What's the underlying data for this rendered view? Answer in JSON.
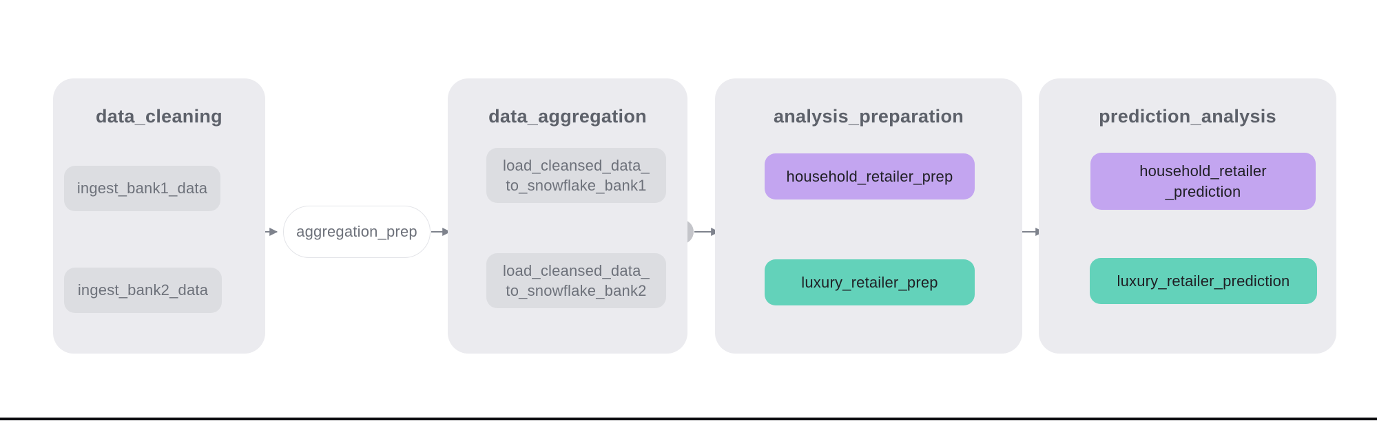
{
  "diagram": {
    "type": "dag-graph",
    "groups": [
      {
        "id": "data_cleaning",
        "title": "data_cleaning",
        "nodes": [
          {
            "id": "ingest_bank1_data",
            "label": "ingest_bank1_data",
            "bg": "#dcdde1",
            "fg": "#6d717a"
          },
          {
            "id": "ingest_bank2_data",
            "label": "ingest_bank2_data",
            "bg": "#dcdde1",
            "fg": "#6d717a"
          }
        ]
      },
      {
        "id": "data_aggregation",
        "title": "data_aggregation",
        "nodes": [
          {
            "id": "load_cleansed_data_to_snowflake_bank1",
            "label": "load_cleansed_data_\nto_snowflake_bank1",
            "bg": "#dcdde1",
            "fg": "#6d717a"
          },
          {
            "id": "load_cleansed_data_to_snowflake_bank2",
            "label": "load_cleansed_data_\nto_snowflake_bank2",
            "bg": "#dcdde1",
            "fg": "#6d717a"
          }
        ]
      },
      {
        "id": "analysis_preparation",
        "title": "analysis_preparation",
        "nodes": [
          {
            "id": "household_retailer_prep",
            "label": "household_retailer_prep",
            "bg": "#c3a5f0",
            "fg": "#1f1f24"
          },
          {
            "id": "luxury_retailer_prep",
            "label": "luxury_retailer_prep",
            "bg": "#63d2ba",
            "fg": "#1f1f24"
          }
        ]
      },
      {
        "id": "prediction_analysis",
        "title": "prediction_analysis",
        "nodes": [
          {
            "id": "household_retailer_prediction",
            "label": "household_retailer\n_prediction",
            "bg": "#c3a5f0",
            "fg": "#1f1f24"
          },
          {
            "id": "luxury_retailer_prediction",
            "label": "luxury_retailer_prediction",
            "bg": "#63d2ba",
            "fg": "#1f1f24"
          }
        ]
      }
    ],
    "standalone_nodes": [
      {
        "id": "aggregation_prep",
        "label": "aggregation_prep",
        "bg": "#ffffff",
        "fg": "#6d717a",
        "border": "#e3e4e8"
      }
    ],
    "edges": [
      {
        "from": "ingest_bank1_data",
        "to": "join-1"
      },
      {
        "from": "ingest_bank2_data",
        "to": "join-1"
      },
      {
        "from": "join-1",
        "to": "aggregation_prep"
      },
      {
        "from": "aggregation_prep",
        "to": "join-2"
      },
      {
        "from": "join-2",
        "to": "load_cleansed_data_to_snowflake_bank1"
      },
      {
        "from": "join-2",
        "to": "load_cleansed_data_to_snowflake_bank2"
      },
      {
        "from": "load_cleansed_data_to_snowflake_bank1",
        "to": "join-3"
      },
      {
        "from": "load_cleansed_data_to_snowflake_bank2",
        "to": "join-3"
      },
      {
        "from": "join-3",
        "to": "join-4"
      },
      {
        "from": "join-4",
        "to": "household_retailer_prep"
      },
      {
        "from": "join-4",
        "to": "luxury_retailer_prep"
      },
      {
        "from": "household_retailer_prep",
        "to": "join-5"
      },
      {
        "from": "luxury_retailer_prep",
        "to": "join-5"
      },
      {
        "from": "join-5",
        "to": "join-6"
      },
      {
        "from": "join-6",
        "to": "household_retailer_prediction"
      },
      {
        "from": "join-6",
        "to": "luxury_retailer_prediction"
      }
    ],
    "colors": {
      "page_bg": "#ffffff",
      "group_bg": "#ebebef",
      "group_title": "#5d616a",
      "task_gray_bg": "#dcdde1",
      "task_gray_text": "#6d717a",
      "purple_task_bg": "#c3a5f0",
      "teal_task_bg": "#63d2ba",
      "dark_task_text": "#1f1f24",
      "edge": "#7e828c",
      "join_circle": "#c4c5ca",
      "bottom_bar": "#0b0b0e"
    }
  }
}
